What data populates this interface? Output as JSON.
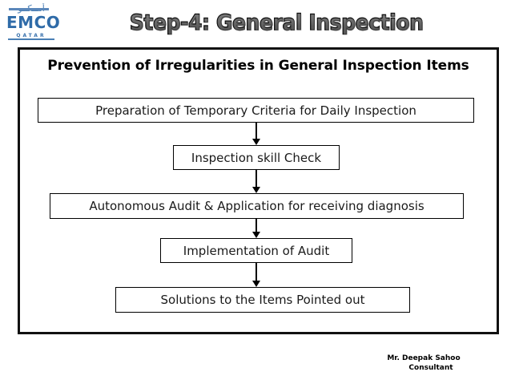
{
  "logo": {
    "arabic_text": "أمــكــو",
    "brand": "EMCO",
    "country": "QATAR",
    "brand_color": "#2f6ba8"
  },
  "title": {
    "text": "Step-4: General Inspection",
    "fill_color": "#6b6b6b",
    "outline_color": "#111111"
  },
  "frame": {
    "heading": "Prevention of Irregularities in General Inspection Items",
    "border_color": "#111111"
  },
  "flow": {
    "boxes": [
      {
        "label": "Preparation of Temporary Criteria for Daily Inspection"
      },
      {
        "label": "Inspection skill Check"
      },
      {
        "label": "Autonomous Audit & Application for receiving diagnosis"
      },
      {
        "label": "Implementation of Audit"
      },
      {
        "label": "Solutions to the Items Pointed out"
      }
    ],
    "connector": "down-arrow"
  },
  "footer": {
    "name": "Mr. Deepak Sahoo",
    "role": "Consultant"
  }
}
